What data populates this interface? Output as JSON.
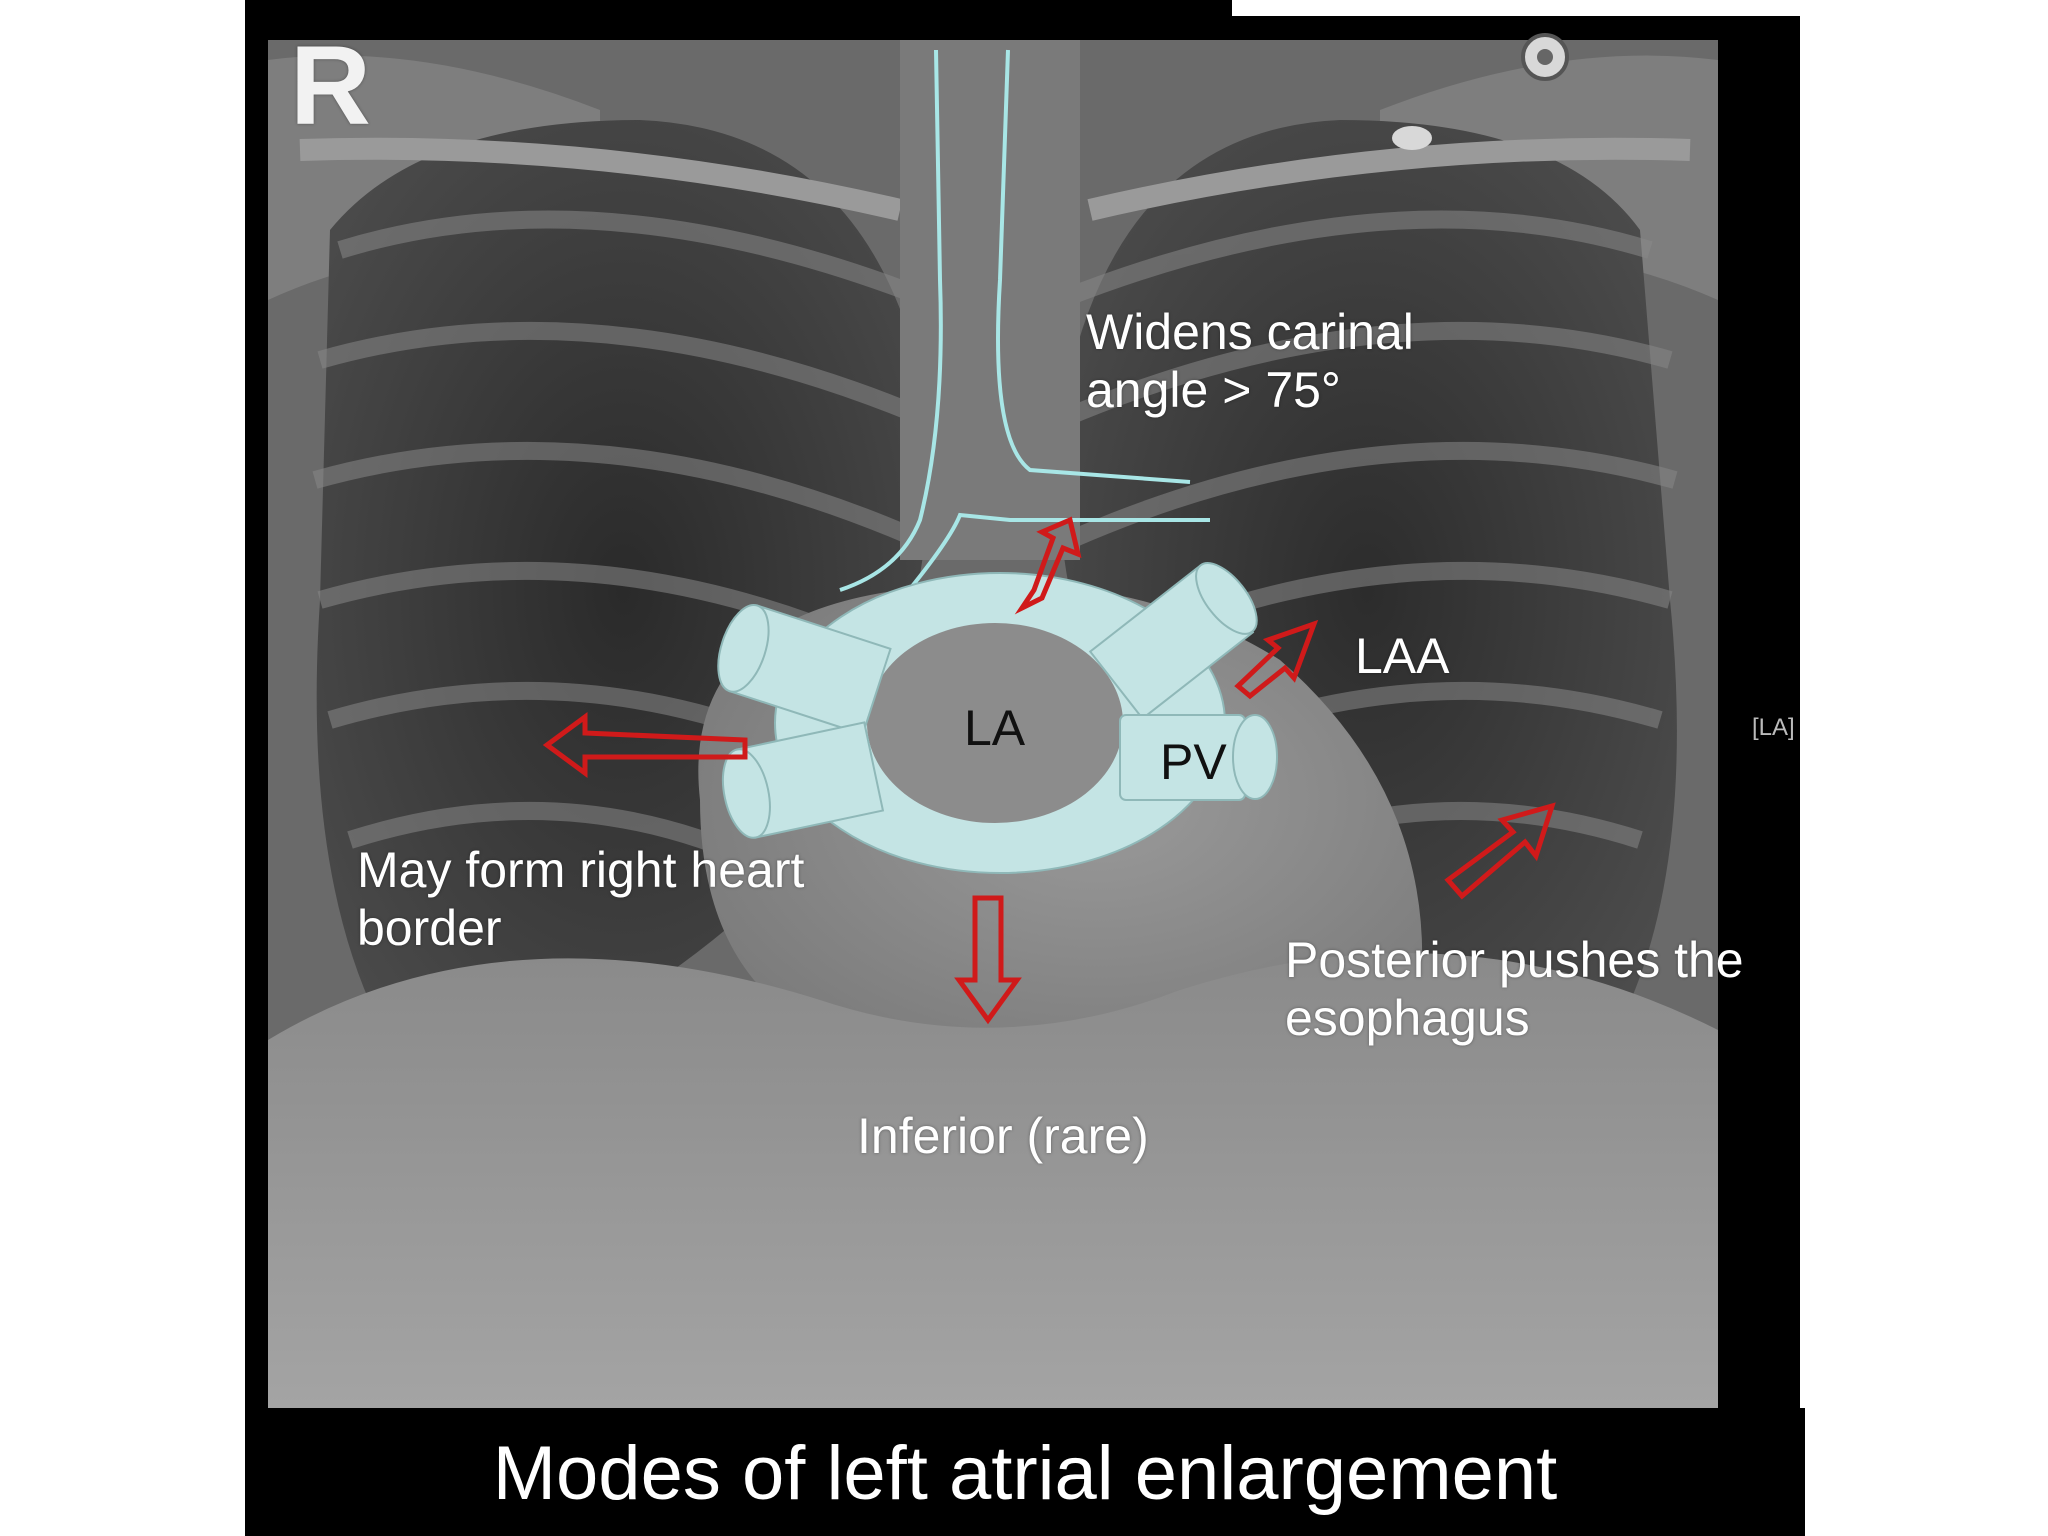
{
  "marker": "R",
  "side_tag": "[LA]",
  "labels": {
    "carinal": "Widens carinal\nangle > 75°",
    "laa": "LAA",
    "la": "LA",
    "pv": "PV",
    "right_border": "May form right heart\nborder",
    "posterior": "Posterior pushes the\nesophagus",
    "inferior": "Inferior (rare)"
  },
  "caption": "Modes of left atrial enlargement",
  "colors": {
    "arrow": "#d01a1a",
    "diagram_fill": "#c4e4e4",
    "trachea_line": "#a8e6e6",
    "caption_bg": "#000000",
    "text": "#ffffff"
  }
}
